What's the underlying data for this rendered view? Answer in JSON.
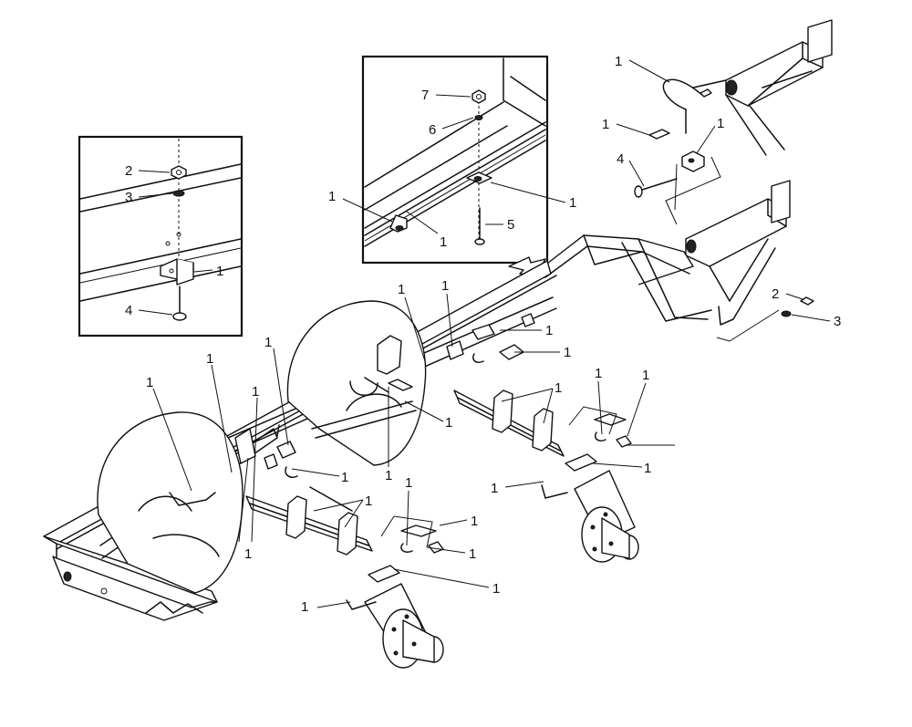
{
  "callouts": [
    {
      "text": "1"
    },
    {
      "text": "2"
    },
    {
      "text": "3"
    },
    {
      "text": "4"
    },
    {
      "text": "5"
    },
    {
      "text": "6"
    },
    {
      "text": "7"
    }
  ]
}
